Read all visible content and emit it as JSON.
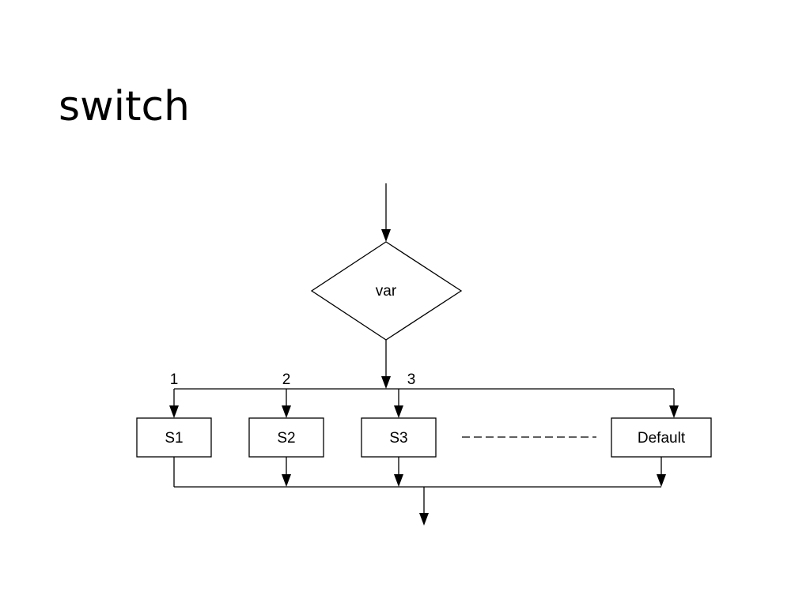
{
  "title": "switch",
  "diagram": {
    "decision_label": "var",
    "branches": [
      {
        "case_label": "1",
        "statement_label": "S1"
      },
      {
        "case_label": "2",
        "statement_label": "S2"
      },
      {
        "case_label": "3",
        "statement_label": "S3"
      }
    ],
    "default_label": "Default",
    "colors": {
      "stroke": "#000000",
      "fill": "#ffffff"
    }
  }
}
